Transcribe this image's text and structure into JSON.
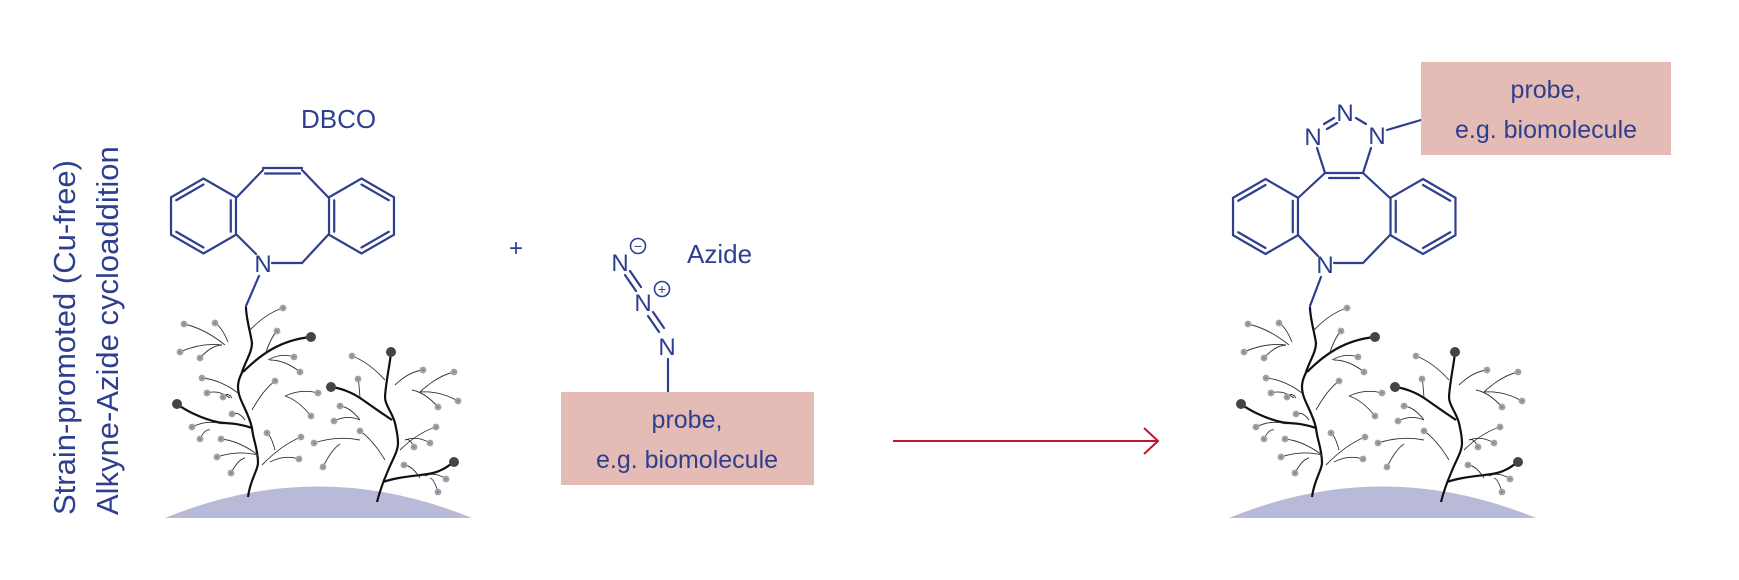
{
  "title": {
    "line1": "Strain-promoted (Cu-free)",
    "line2": "Alkyne-Azide cycloaddition"
  },
  "reactant1": {
    "name": "DBCO",
    "atom_n": "N"
  },
  "operator": "+",
  "reactant2": {
    "name": "Azide",
    "atoms": [
      "N",
      "N",
      "N"
    ],
    "charge_minus": "−",
    "charge_plus": "+",
    "probe_line1": "probe,",
    "probe_line2": "e.g. biomolecule"
  },
  "product": {
    "atom_n": "N",
    "triazole_atoms": [
      "N",
      "N",
      "N"
    ],
    "probe_line1": "probe,",
    "probe_line2": "e.g. biomolecule"
  },
  "colors": {
    "text": "#2e3f8f",
    "probe_box": "#e4bcb5",
    "surface": "#b9bad8",
    "arrow": "#c0152f",
    "branch": "#111111",
    "end_group": "#444444"
  }
}
